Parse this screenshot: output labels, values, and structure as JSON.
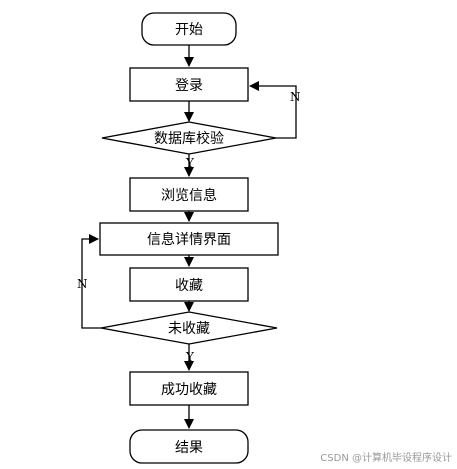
{
  "flowchart": {
    "start": "开始",
    "login": "登录",
    "db_check": "数据库校验",
    "browse": "浏览信息",
    "detail": "信息详情界面",
    "favorite": "收藏",
    "not_favorited": "未收藏",
    "success": "成功收藏",
    "end": "结果",
    "yes_label_1": "Y",
    "yes_label_2": "Y",
    "no_label_1": "N",
    "no_label_2": "N"
  },
  "watermark": "CSDN @计算机毕设程序设计"
}
